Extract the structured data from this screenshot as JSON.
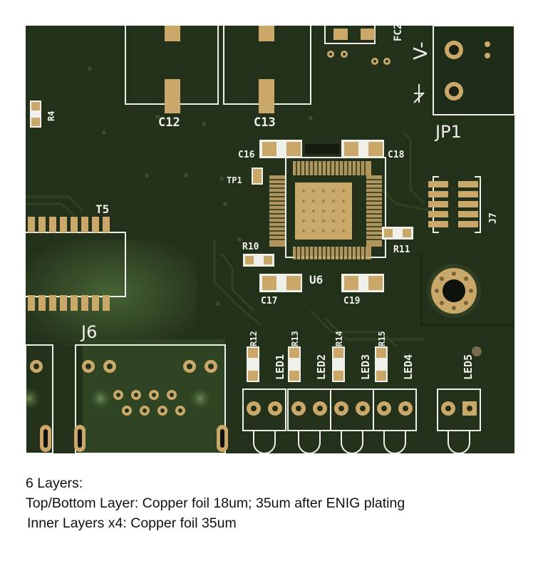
{
  "photo": {
    "labels": {
      "c12": "C12",
      "c13": "C13",
      "fc": "FC2",
      "v": "V-",
      "jp1": "JP1",
      "r4": "R4",
      "c16": "C16",
      "c18": "C18",
      "tp1": "TP1",
      "t5": "T5",
      "j7": "J7",
      "r10": "R10",
      "r11": "R11",
      "u6": "U6",
      "c17": "C17",
      "c19": "C19",
      "j6": "J6",
      "r12": "R12",
      "r13": "R13",
      "r14": "R14",
      "r15": "R15",
      "led1": "LED1",
      "led2": "LED2",
      "led3": "LED3",
      "led4": "LED4",
      "led5": "LED5"
    },
    "colors": {
      "board": "#23311a",
      "copper": "#c9a86a",
      "silk": "#f0f0ea",
      "trace": "#2f4221"
    }
  },
  "caption": {
    "line1": "6 Layers:",
    "line2": "Top/Bottom Layer: Copper foil 18um; 35um after ENIG plating",
    "line3": "Inner Layers x4: Copper foil 35um"
  }
}
